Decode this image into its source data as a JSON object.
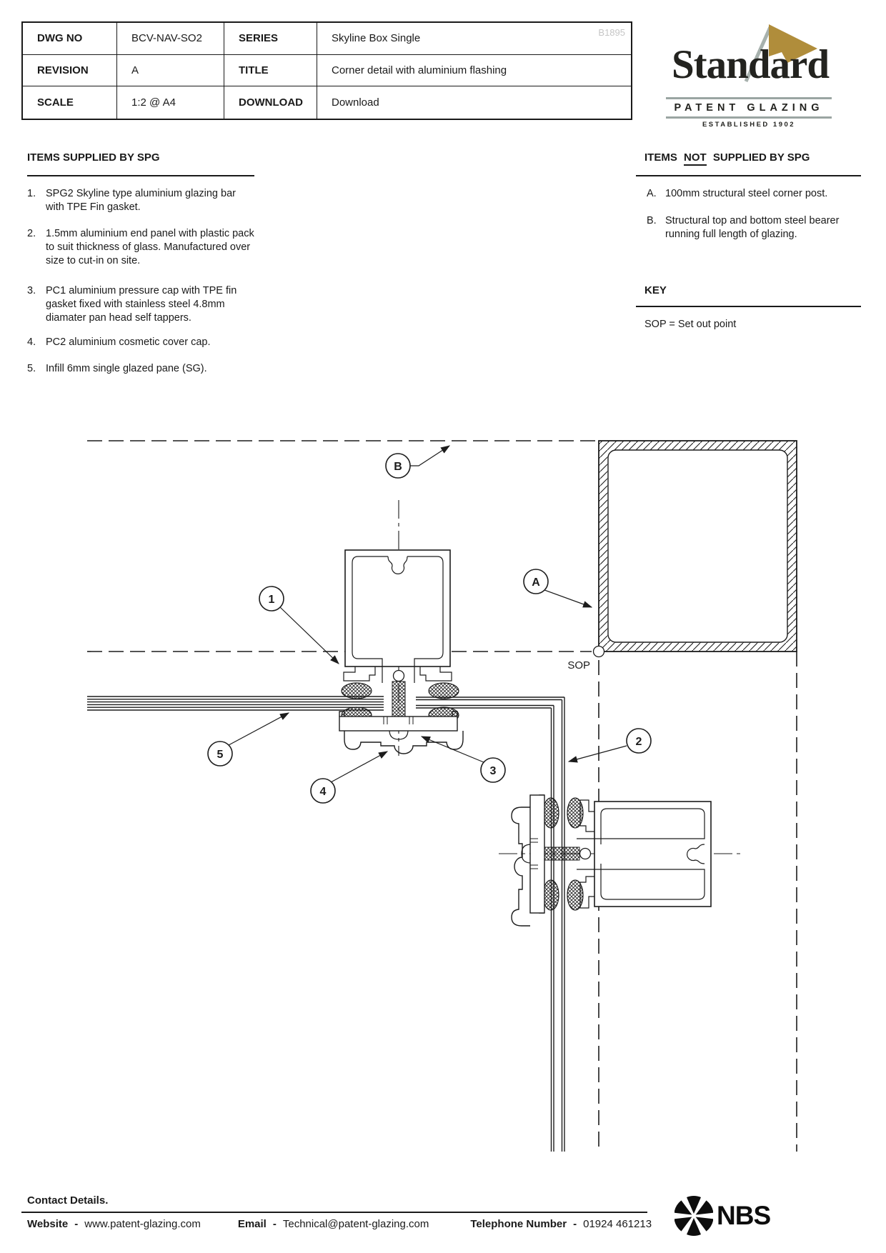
{
  "watermark": "B1895",
  "title_block": {
    "rows": [
      {
        "label_left": "DWG NO",
        "value_left": "BCV-NAV-SO2",
        "label_right": "SERIES",
        "value_right": "Skyline Box Single"
      },
      {
        "label_left": "REVISION",
        "value_left": "A",
        "label_right": "TITLE",
        "value_right": "Corner detail with aluminium flashing"
      },
      {
        "label_left": "SCALE",
        "value_left": "1:2 @ A4",
        "label_right": "DOWNLOAD",
        "value_right": "Download"
      }
    ]
  },
  "logo": {
    "name": "Standard",
    "subtitle": "PATENT GLAZING",
    "established": "ESTABLISHED 1902",
    "flag_color": "#b08d3b",
    "pole_color": "#a7b1ad",
    "rule_color": "#9aa5a2"
  },
  "supplied": {
    "title": "ITEMS SUPPLIED BY SPG",
    "items": [
      {
        "num": "1.",
        "text": "SPG2 Skyline type aluminium glazing bar\nwith TPE Fin gasket."
      },
      {
        "num": "2.",
        "text": "1.5mm aluminium end panel with plastic pack\nto suit thickness of glass. Manufactured over\nsize to cut-in on site."
      },
      {
        "num": "3.",
        "text": "PC1 aluminium pressure cap with TPE fin\ngasket fixed with stainless steel 4.8mm\ndiamater pan head self tappers."
      },
      {
        "num": "4.",
        "text": "PC2 aluminium cosmetic cover cap."
      },
      {
        "num": "5.",
        "text": "Infill 6mm single glazed pane (SG)."
      }
    ]
  },
  "not_supplied": {
    "title_prefix": "ITEMS",
    "title_underlined": "NOT",
    "title_suffix": "SUPPLIED BY SPG",
    "items": [
      {
        "num": "A.",
        "text": "100mm structural steel corner post."
      },
      {
        "num": "B.",
        "text": "Structural top and bottom steel bearer\nrunning full length of glazing."
      }
    ]
  },
  "key": {
    "title": "KEY",
    "definition": "SOP = Set out point"
  },
  "drawing": {
    "sop_label": "SOP",
    "balloons": {
      "n1": "1",
      "n2": "2",
      "n3": "3",
      "n4": "4",
      "n5": "5",
      "a": "A",
      "b": "B"
    }
  },
  "footer": {
    "contact": "Contact Details.",
    "website_label": "Website",
    "website": "www.patent-glazing.com",
    "email_label": "Email",
    "email": "Technical@patent-glazing.com",
    "phone_label": "Telephone Number",
    "phone": "01924 461213",
    "separator": "-",
    "nbs": "NBS"
  }
}
